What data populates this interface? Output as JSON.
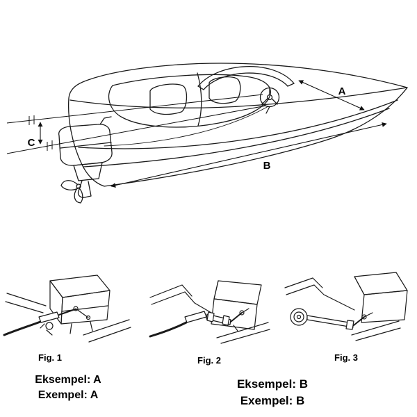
{
  "diagram": {
    "dimension_labels": {
      "a": "A",
      "b": "B",
      "c": "C"
    },
    "figures": [
      {
        "label": "Fig. 1"
      },
      {
        "label": "Fig. 2"
      },
      {
        "label": "Fig. 3"
      }
    ],
    "examples": [
      {
        "line1": "Eksempel: A",
        "line2": "Exempel: A"
      },
      {
        "line1": "Eksempel: B",
        "line2": "Exempel: B"
      }
    ]
  }
}
